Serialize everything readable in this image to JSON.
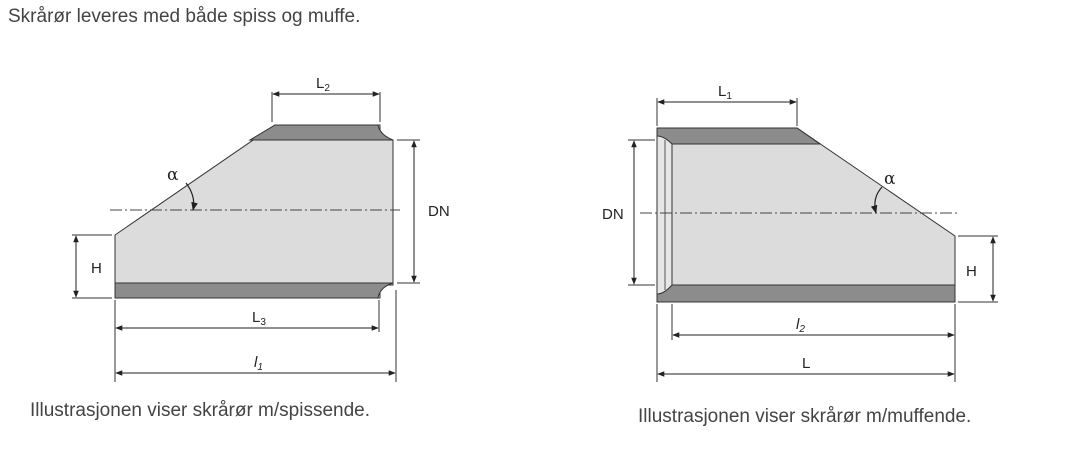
{
  "intro_text": "Skrårør leveres med både spiss og muffe.",
  "left_diagram": {
    "caption": "Illustrasjonen viser skrårør m/spissende.",
    "labels": {
      "L2_main": "L",
      "L2_sub": "2",
      "alpha": "α",
      "DN": "DN",
      "H": "H",
      "L3_main": "L",
      "L3_sub": "3",
      "l1_main": "l",
      "l1_sub": "1"
    }
  },
  "right_diagram": {
    "caption": "Illustrasjonen viser skrårør m/muffende.",
    "labels": {
      "L1_main": "L",
      "L1_sub": "1",
      "alpha": "α",
      "DN": "DN",
      "H": "H",
      "l2_main": "l",
      "l2_sub": "2",
      "L": "L"
    }
  },
  "colors": {
    "fill_light": "#dcdcdc",
    "fill_dark": "#8c8c8c",
    "line": "#333333"
  }
}
